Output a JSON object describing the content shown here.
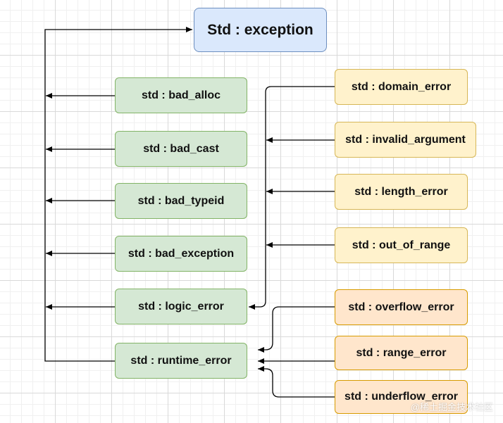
{
  "diagram": {
    "root": "Std : exception",
    "std_branch": [
      "std : bad_alloc",
      "std : bad_cast",
      "std : bad_typeid",
      "std : bad_exception",
      "std : logic_error",
      "std : runtime_error"
    ],
    "logic_children": [
      "std : domain_error",
      "std : invalid_argument",
      "std : length_error",
      "std : out_of_range"
    ],
    "runtime_children": [
      "std : overflow_error",
      "std : range_error",
      "std : underflow_error"
    ],
    "colors": {
      "root_fill": "#dae8fc",
      "root_border": "#6c8ebf",
      "green_fill": "#d5e8d4",
      "green_border": "#82b366",
      "yellow_fill": "#fff2cc",
      "yellow_border": "#d6b656",
      "orange_fill": "#ffe6cc",
      "orange_border": "#d79b00"
    }
  },
  "watermark": "@稀土掘金技术社区"
}
